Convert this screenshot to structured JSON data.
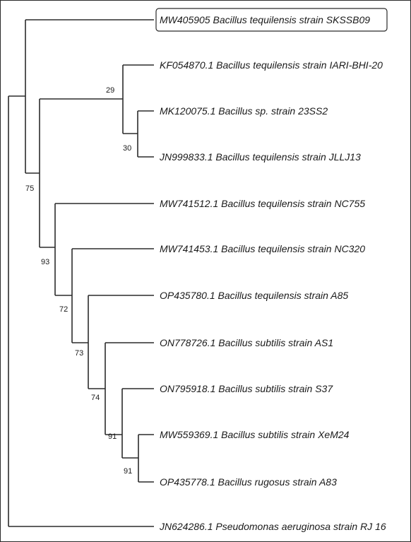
{
  "highlight_color": "#2a2a2a",
  "leaves": [
    {
      "id": "MW405905",
      "label": "MW405905 Bacillus tequilensis strain SKSSB09",
      "highlighted": true
    },
    {
      "id": "KF054870",
      "label": "KF054870.1 Bacillus tequilensis strain IARI-BHI-20"
    },
    {
      "id": "MK120075",
      "label": "MK120075.1 Bacillus sp. strain 23SS2"
    },
    {
      "id": "JN999833",
      "label": "JN999833.1 Bacillus tequilensis strain JLLJ13"
    },
    {
      "id": "MW741512",
      "label": "MW741512.1 Bacillus tequilensis strain NC755"
    },
    {
      "id": "MW741453",
      "label": "MW741453.1 Bacillus tequilensis strain NC320"
    },
    {
      "id": "OP435780",
      "label": "OP435780.1 Bacillus tequilensis strain A85"
    },
    {
      "id": "ON778726",
      "label": "ON778726.1 Bacillus subtilis strain AS1"
    },
    {
      "id": "ON795918",
      "label": "ON795918.1 Bacillus subtilis strain S37"
    },
    {
      "id": "MW559369",
      "label": "MW559369.1 Bacillus subtilis strain XeM24"
    },
    {
      "id": "OP435778",
      "label": "OP435778.1 Bacillus rugosus strain A83"
    },
    {
      "id": "JN624286",
      "label": "JN624286.1 Pseudomonas aeruginosa strain RJ 16"
    }
  ],
  "bootstrap_values": {
    "n29": "29",
    "n30": "30",
    "n75": "75",
    "n93": "93",
    "n72": "72",
    "n73": "73",
    "n74": "74",
    "n91a": "91",
    "n91b": "91"
  }
}
